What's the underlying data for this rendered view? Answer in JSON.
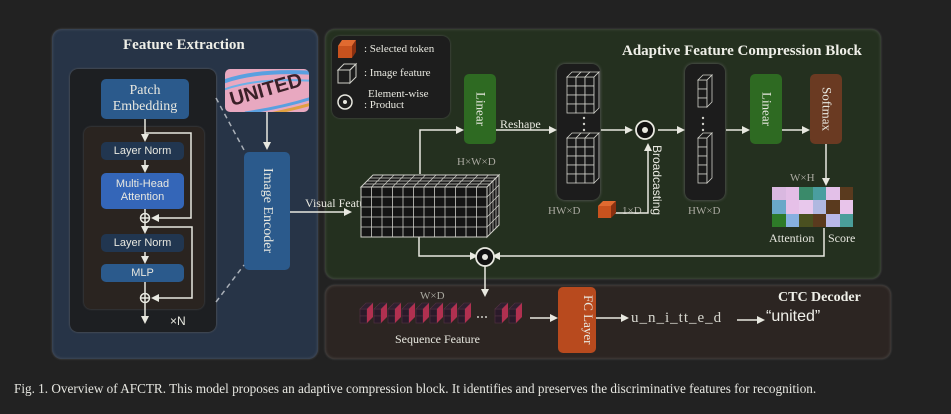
{
  "feature_extraction": {
    "title": "Feature Extraction",
    "patch_embedding": "Patch Embedding",
    "layer_norm_1": "Layer Norm",
    "multi_head_attention": "Multi-Head Attention",
    "layer_norm_2": "Layer Norm",
    "mlp": "MLP",
    "repeat_label": "×N",
    "image_encoder": "Image Encoder",
    "input_image_text": "UNITED"
  },
  "visual_feature_label": "Visual Feature",
  "afc_block": {
    "title": "Adaptive Feature Compression Block",
    "legend": {
      "selected_token": ": Selected token",
      "image_feature": ": Image feature",
      "element_wise_product_1": "Element-wise",
      "element_wise_product_2": ": Product"
    },
    "linear_1": "Linear",
    "reshape": "Reshape",
    "hwd_label": "H×W×D",
    "hw_d_left": "HW×D",
    "one_d": "1×D",
    "broadcasting": "Broadcasting",
    "hw_d_right": "HW×D",
    "linear_2": "Linear",
    "softmax": "Softmax",
    "wh_label": "W×H",
    "attention_score_1": "Attention",
    "attention_score_2": "Score",
    "attention_grid": [
      [
        "#d9b8e0",
        "#e3bde6",
        "#3a8a6a",
        "#4a9ea0",
        "#e3c0e8",
        "#5a3a1e"
      ],
      [
        "#6aa8c8",
        "#e6c0e8",
        "#e8c8ec",
        "#b0b8e0",
        "#5a3a1e",
        "#e8c4ea"
      ],
      [
        "#2e7a28",
        "#86b0e0",
        "#4a5020",
        "#5a3a1e",
        "#b8b8e8",
        "#4a9e9a"
      ]
    ]
  },
  "ctc_decoder": {
    "title": "CTC Decoder",
    "wd_label": "W×D",
    "sequence_feature": "Sequence Feature",
    "fc_layer": "FC Layer",
    "ctc_output": "u_n_i_tt_e_d",
    "final_output": "“united”"
  },
  "caption": "Fig. 1.  Overview of AFCTR. This model proposes an adaptive compression block. It identifies and preserves the discriminative features for recognition.",
  "colors": {
    "fe_panel": "#273447",
    "afc_panel": "#24301f",
    "ctc_panel": "#2c2522",
    "blue_box": "#2b5a8c",
    "bright_blue_box": "#3466b8",
    "linear_green": "#2e6a22",
    "softmax_brown": "#6a3a22",
    "fc_orange": "#b84a1e",
    "selected_token": "#c8521e"
  }
}
